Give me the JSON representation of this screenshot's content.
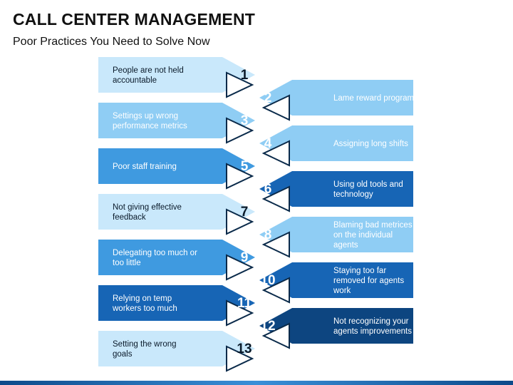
{
  "header": {
    "title": "CALL CENTER MANAGEMENT",
    "subtitle": "Poor Practices You Need to Solve Now"
  },
  "colors": {
    "shades": [
      "#c9e8fb",
      "#8fcdf4",
      "#3f9ae0",
      "#1765b5",
      "#0d4580"
    ],
    "triangle_fill": "#ffffff",
    "triangle_stroke": "#0a2a4a"
  },
  "items": [
    {
      "number": "1",
      "label": "People are not held accountable",
      "side": "left"
    },
    {
      "number": "2",
      "label": "Lame reward programs",
      "side": "right"
    },
    {
      "number": "3",
      "label": "Settings up wrong performance metrics",
      "side": "left"
    },
    {
      "number": "4",
      "label": "Assigning long shifts",
      "side": "right"
    },
    {
      "number": "5",
      "label": "Poor staff training",
      "side": "left"
    },
    {
      "number": "6",
      "label": "Using old tools and technology",
      "side": "right"
    },
    {
      "number": "7",
      "label": "Not giving effective feedback",
      "side": "left"
    },
    {
      "number": "8",
      "label": "Blaming bad metrices on the individual agents",
      "side": "right"
    },
    {
      "number": "9",
      "label": "Delegating too much or too little",
      "side": "left"
    },
    {
      "number": "10",
      "label": "Staying too far removed for agents work",
      "side": "right"
    },
    {
      "number": "11",
      "label": "Relying on temp workers too much",
      "side": "left"
    },
    {
      "number": "12",
      "label": "Not recognizing your agents improvements",
      "side": "right"
    },
    {
      "number": "13",
      "label": "Setting the wrong goals",
      "side": "left"
    }
  ]
}
